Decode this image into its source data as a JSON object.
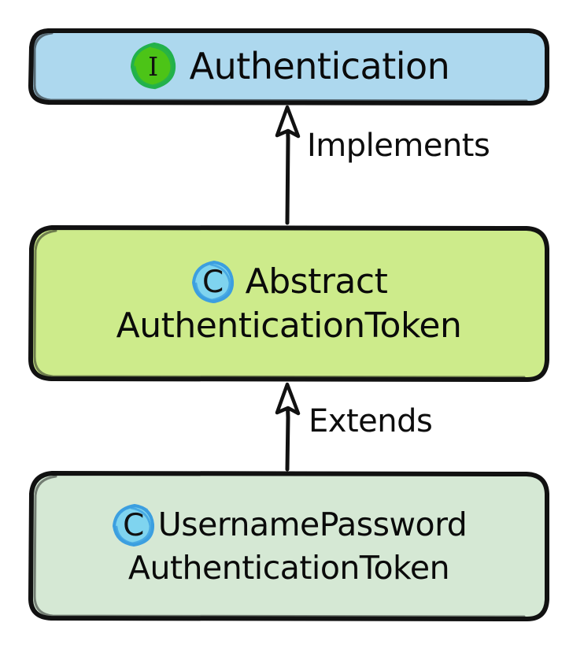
{
  "diagram": {
    "kind": "uml-class-diagram",
    "background_color": "#ffffff",
    "stroke_color": "#111111",
    "nodes": [
      {
        "id": "authentication",
        "stereotype": "interface",
        "badge_letter": "I",
        "badge_fill": "#4CC417",
        "badge_stroke": "#22B14C",
        "fill_color": "#ADD8EE",
        "lines": [
          "Authentication"
        ],
        "name": "Authentication"
      },
      {
        "id": "abstract-authentication-token",
        "stereotype": "class",
        "badge_letter": "C",
        "badge_fill": "#7FD4EF",
        "badge_stroke": "#3C9FE0",
        "fill_color": "#CDEB8B",
        "lines": [
          "Abstract",
          "AuthenticationToken"
        ],
        "name": "AbstractAuthenticationToken"
      },
      {
        "id": "username-password-authentication-token",
        "stereotype": "class",
        "badge_letter": "C",
        "badge_fill": "#7FD4EF",
        "badge_stroke": "#3C9FE0",
        "fill_color": "#D5E8D4",
        "lines": [
          "UsernamePassword",
          "AuthenticationToken"
        ],
        "name": "UsernamePasswordAuthenticationToken"
      }
    ],
    "edges": [
      {
        "id": "implements",
        "label": "Implements",
        "from": "abstract-authentication-token",
        "to": "authentication",
        "arrowhead": "hollow-triangle",
        "line_style": "solid"
      },
      {
        "id": "extends",
        "label": "Extends",
        "from": "username-password-authentication-token",
        "to": "abstract-authentication-token",
        "arrowhead": "hollow-triangle",
        "line_style": "solid"
      }
    ]
  }
}
